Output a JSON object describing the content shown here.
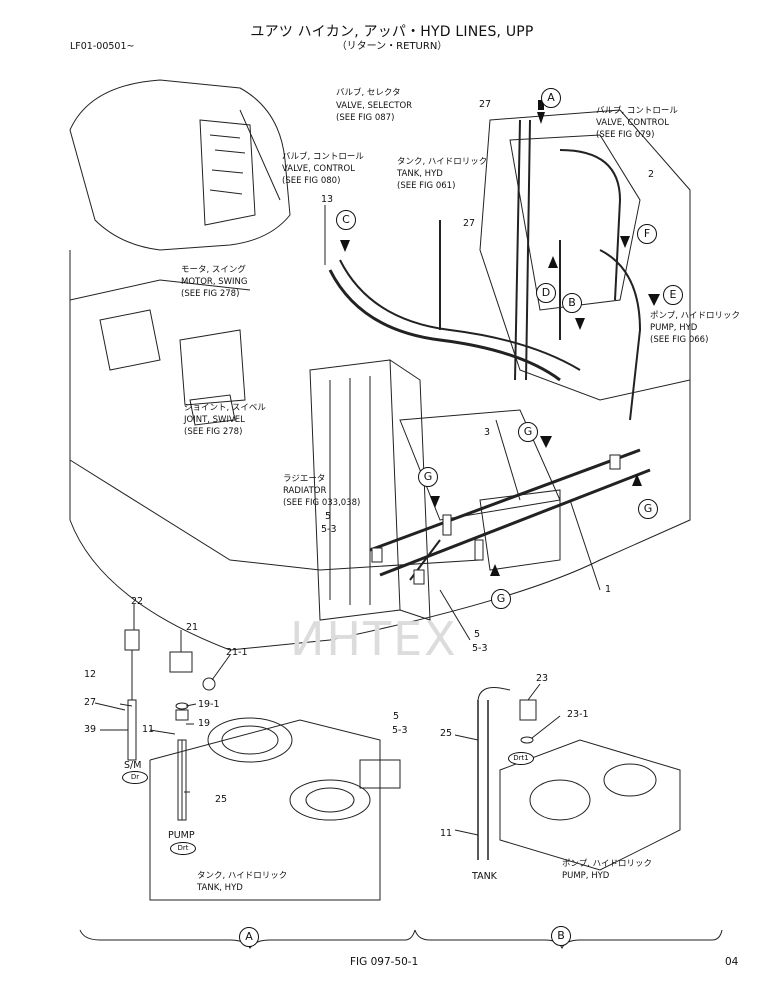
{
  "header": {
    "title": "ユアツ ハイカン, アッパ・HYD LINES, UPP",
    "subtitle": "（リターン・RETURN）",
    "serial": "LF01-00501~"
  },
  "footer": {
    "figure": "FIG 097-50-1",
    "page": "04"
  },
  "watermark": "ИНТЕХ",
  "callouts": {
    "valve_selector": [
      "バルブ, セレクタ",
      "VALVE, SELECTOR",
      "(SEE FIG 087)"
    ],
    "valve_control_080": [
      "バルブ, コントロール",
      "VALVE, CONTROL",
      "(SEE FIG 080)"
    ],
    "tank_hyd_061": [
      "タンク, ハイドロリック",
      "TANK, HYD",
      "(SEE FIG 061)"
    ],
    "valve_control_079": [
      "バルブ, コントロール",
      "VALVE, CONTROL",
      "(SEE FIG 079)"
    ],
    "motor_swing": [
      "モータ, スイング",
      "MOTOR, SWING",
      "(SEE FIG 278)"
    ],
    "pump_hyd_066": [
      "ポンプ, ハイドロリック",
      "PUMP, HYD",
      "(SEE FIG 066)"
    ],
    "joint_swivel": [
      "ジョイント, スイベル",
      "JOINT, SWIVEL",
      "(SEE FIG 278)"
    ],
    "radiator": [
      "ラジエータ",
      "RADIATOR",
      "(SEE FIG 033,038)"
    ],
    "tank_hyd_a": [
      "タンク, ハイドロリック",
      "TANK, HYD"
    ],
    "pump_hyd_b": [
      "ポンプ, ハイドロリック",
      "PUMP, HYD"
    ]
  },
  "detail_labels": {
    "sm": "S/M",
    "pump": "PUMP",
    "tank": "TANK",
    "dr": "Dr",
    "drt": "Drt",
    "drt1": "Drt1"
  },
  "circle_labels": {
    "A": "A",
    "B": "B",
    "C": "C",
    "D": "D",
    "E": "E",
    "F": "F",
    "G": "G"
  },
  "part_numbers": {
    "n1": "1",
    "n2": "2",
    "n3": "3",
    "n5": "5",
    "n5_3": "5-3",
    "n11": "11",
    "n12": "12",
    "n13": "13",
    "n19": "19",
    "n19_1": "19-1",
    "n21": "21",
    "n21_1": "21-1",
    "n22": "22",
    "n23": "23",
    "n23_1": "23-1",
    "n25": "25",
    "n27": "27",
    "n39": "39"
  }
}
